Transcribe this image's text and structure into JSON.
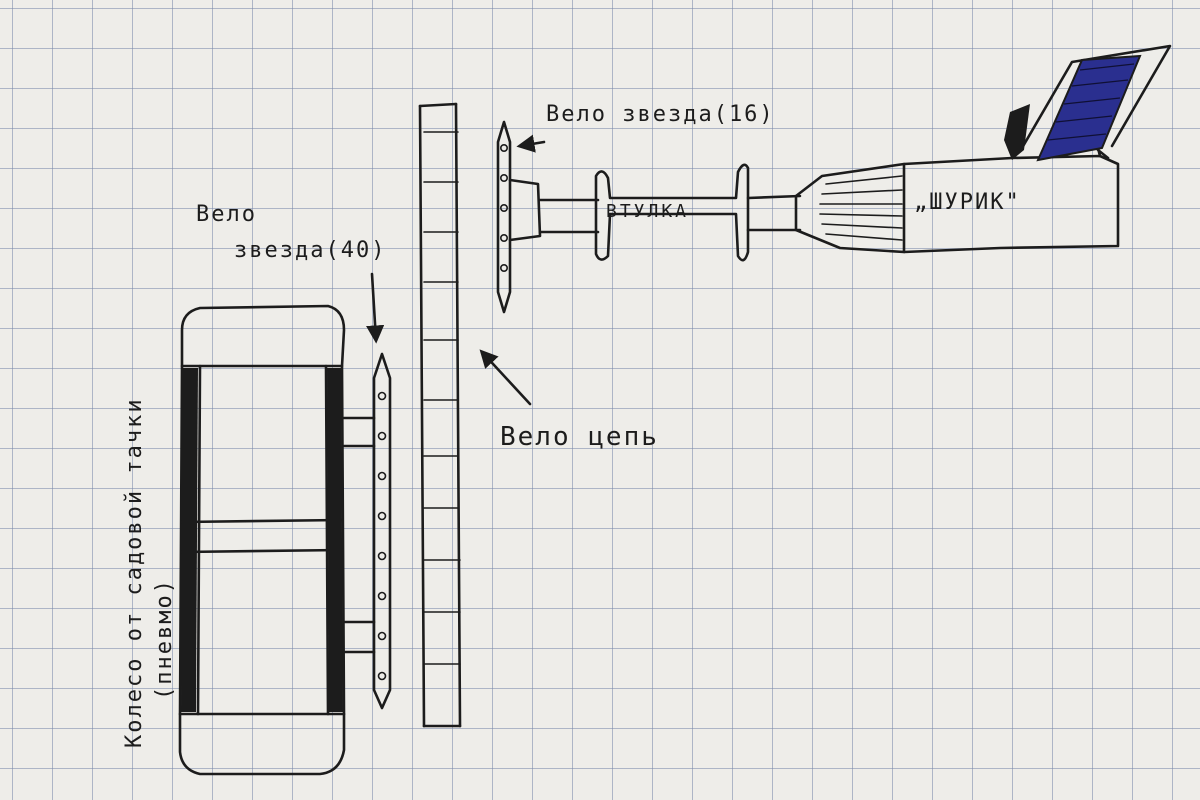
{
  "labels": {
    "sprocket_small": "Вело звезда(16)",
    "sprocket_big_line1": "Вело",
    "sprocket_big_line2": "звезда(40)",
    "chain": "Вело цепь",
    "hub": "втулка",
    "drill": "„шурик\"",
    "wheel_line1": "Колесо от садовой тачки",
    "wheel_line2": "(пневмо)"
  },
  "colors": {
    "ink": "#1c1c1c",
    "blue_ink": "#2a2f8f",
    "paper": "#eeede9",
    "grid": "#7887aa"
  }
}
